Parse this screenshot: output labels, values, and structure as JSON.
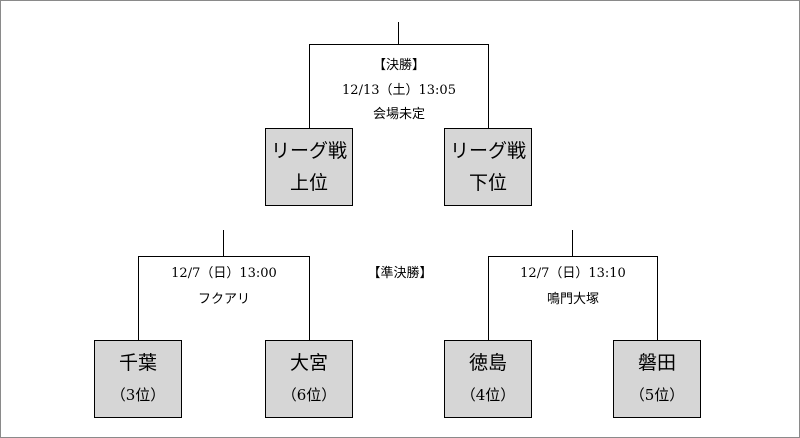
{
  "final": {
    "title": "【決勝】",
    "date": "12/13（土）13:05",
    "venue": "会場未定"
  },
  "semifinal_title": "【準決勝】",
  "semi_left": {
    "date": "12/7（日）13:00",
    "venue": "フクアリ"
  },
  "semi_right": {
    "date": "12/7（日）13:10",
    "venue": "鳴門大塚"
  },
  "boxes": {
    "league_top": {
      "line1": "リーグ戦",
      "line2": "上位"
    },
    "league_bottom": {
      "line1": "リーグ戦",
      "line2": "下位"
    },
    "chiba": {
      "name": "千葉",
      "seed": "（3位）"
    },
    "omiya": {
      "name": "大宮",
      "seed": "（6位）"
    },
    "tokushima": {
      "name": "徳島",
      "seed": "（4位）"
    },
    "iwata": {
      "name": "磐田",
      "seed": "（5位）"
    }
  }
}
